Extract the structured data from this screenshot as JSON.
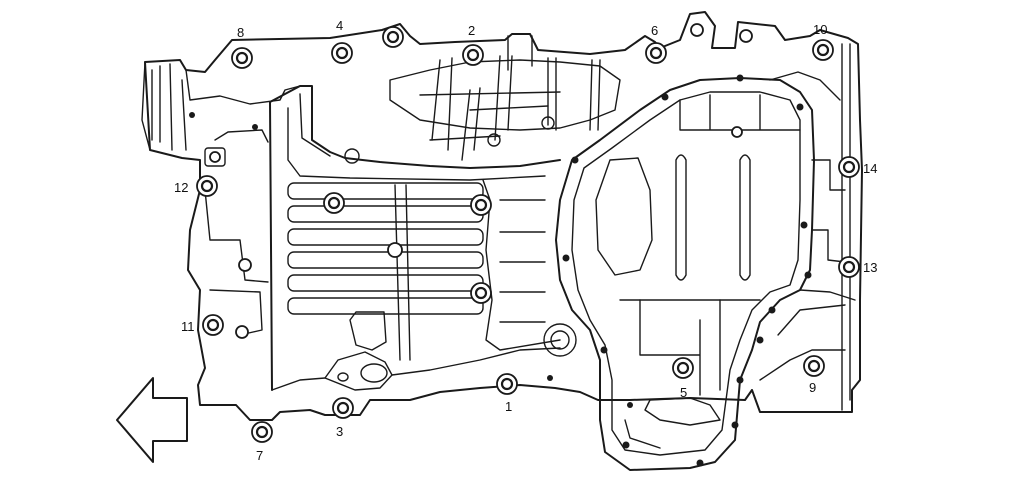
{
  "labels": [
    "1",
    "2",
    "3",
    "4",
    "5",
    "6",
    "7",
    "8",
    "9",
    "10",
    "11",
    "12",
    "13",
    "14"
  ],
  "direction_icon": "front-arrow-icon"
}
